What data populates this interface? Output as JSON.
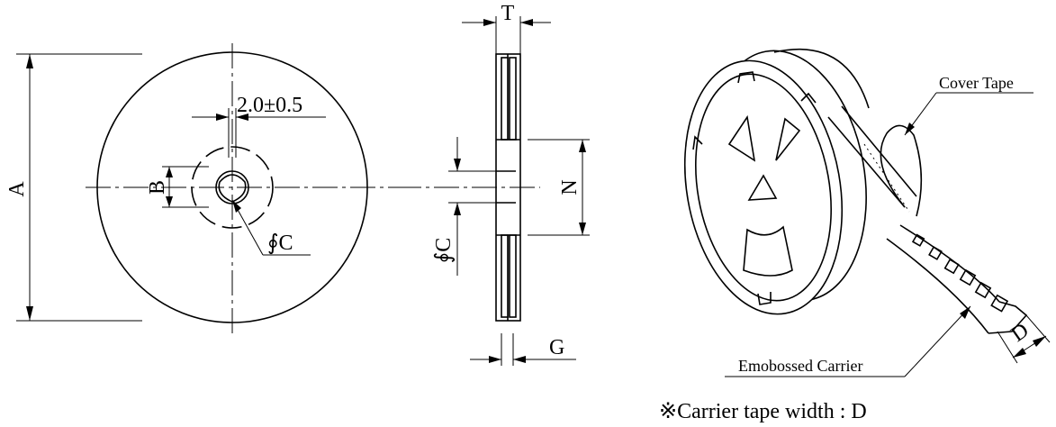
{
  "labels": {
    "dim_a": "A",
    "dim_b": "B",
    "dim_c_front": "∮C",
    "dim_c_side": "∮C",
    "dim_slot": "2.0±0.5",
    "dim_t": "T",
    "dim_n": "N",
    "dim_g": "G",
    "dim_d": "D",
    "cover_tape": "Cover Tape",
    "embossed_carrier": "Emobossed Carrier",
    "note": "※Carrier tape width : D"
  }
}
